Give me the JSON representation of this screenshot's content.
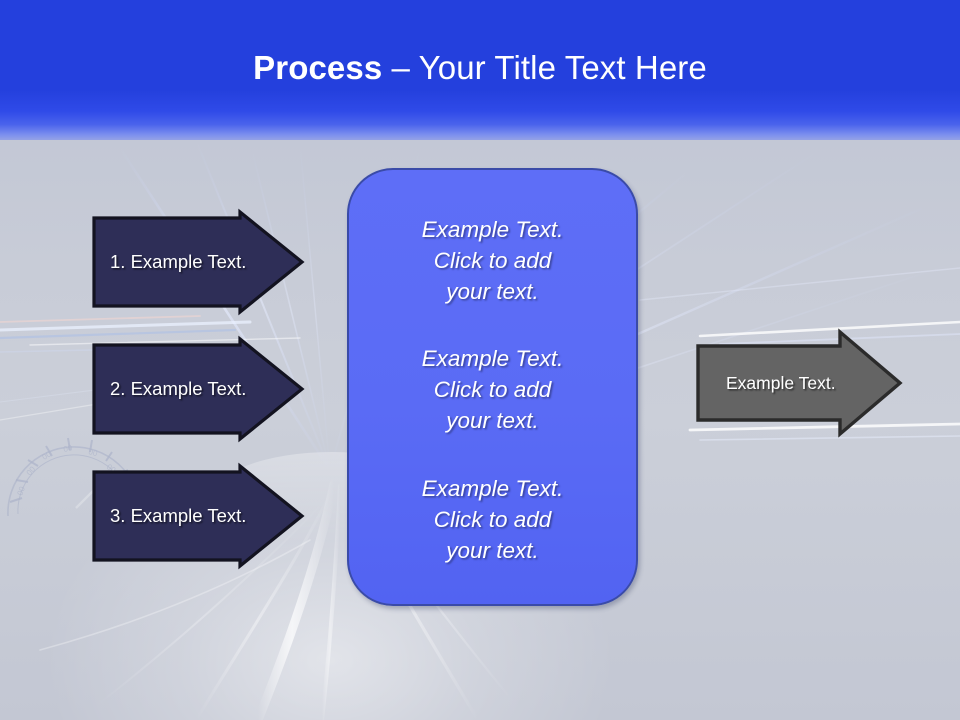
{
  "slide": {
    "title": {
      "strong": "Process",
      "rest": " – Your Title Text Here"
    },
    "background": {
      "sky_color": "#2440dd",
      "ground_color": "#c6cad5",
      "description": "motion-blur driving scene with light streaks and faint speedometer gauge"
    }
  },
  "steps": [
    {
      "label": "1. Example Text.",
      "fill": "#2e2e57",
      "stroke": "#131320"
    },
    {
      "label": "2. Example Text.",
      "fill": "#2e2e57",
      "stroke": "#131320"
    },
    {
      "label": "3. Example Text.",
      "fill": "#2e2e57",
      "stroke": "#131320"
    }
  ],
  "center": {
    "fill": "#5b6cf5",
    "stroke": "#3a4ba8",
    "blocks": [
      "Example Text.\nClick  to add\nyour text.",
      "Example Text.\nClick  to add\nyour text.",
      "Example Text.\nClick  to add\nyour text."
    ]
  },
  "output": {
    "label": "Example Text.",
    "fill": "#646464",
    "stroke": "#2b2b2b"
  }
}
